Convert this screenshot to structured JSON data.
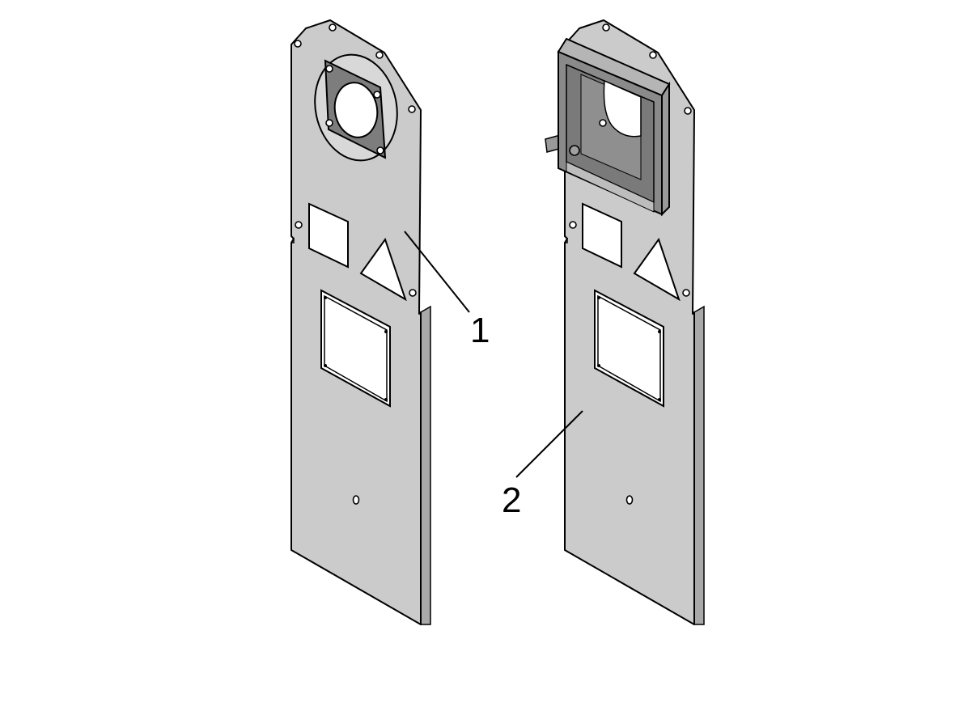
{
  "callouts": [
    {
      "id": "callout-1",
      "label": "1"
    },
    {
      "id": "callout-2",
      "label": "2"
    }
  ],
  "colors": {
    "panel": "#cbcbcb",
    "panel_edge": "#a9a9a9",
    "flange": "#7d7d7d",
    "housing": "#8a8a8a",
    "outline": "#000000",
    "cutout": "#ffffff"
  },
  "icons": {
    "panel_1": "back-panel-with-round-flange",
    "panel_2": "back-panel-with-box-housing"
  }
}
